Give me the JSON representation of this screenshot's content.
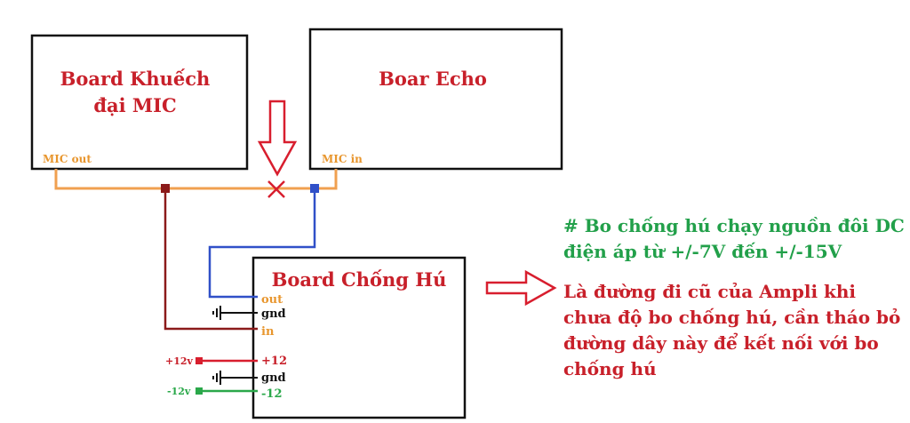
{
  "colors": {
    "red": "#c8202a",
    "orange": "#e8962e",
    "green_text": "#22a04a",
    "wire_orange": "#f0a050",
    "wire_darkred": "#8b1a1a",
    "wire_blue": "#3050c8",
    "wire_red": "#d81e2e",
    "wire_green": "#2aa84a",
    "black": "#111111"
  },
  "boards": {
    "mic_amp": {
      "title_line1": "Board Khuếch",
      "title_line2": "đại MIC",
      "port_label": "MIC out"
    },
    "echo": {
      "title": "Boar Echo",
      "port_label": "MIC in"
    },
    "anti_feedback": {
      "title": "Board Chống Hú",
      "pins": [
        "out",
        "gnd",
        "in",
        "+12",
        "gnd",
        "-12"
      ]
    }
  },
  "supplies": {
    "plus": "+12v",
    "minus": "-12v"
  },
  "notes": {
    "green_lines": [
      "# Bo chống hú chạy nguồn đôi DC",
      "điện áp từ +/-7V đến +/-15V"
    ],
    "red_lines": [
      "Là đường đi cũ của Ampli khi",
      "chưa độ bo chống hú, cần tháo bỏ",
      "đường dây này để kết nối với bo",
      "chống hú"
    ]
  },
  "icons": [
    "down-arrow-icon",
    "right-arrow-icon",
    "cut-mark-icon",
    "ground-symbol-icon"
  ]
}
